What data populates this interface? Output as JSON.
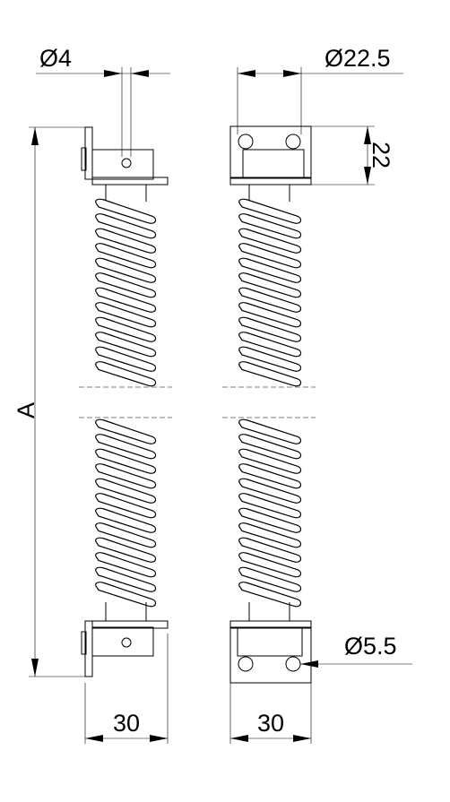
{
  "dimensions": {
    "hole_diameter": "Ø4",
    "spring_diameter": "Ø22.5",
    "bracket_height": "22",
    "overall_length": "A",
    "bottom_hole_diameter": "Ø5.5",
    "left_width": "30",
    "right_width": "30"
  }
}
